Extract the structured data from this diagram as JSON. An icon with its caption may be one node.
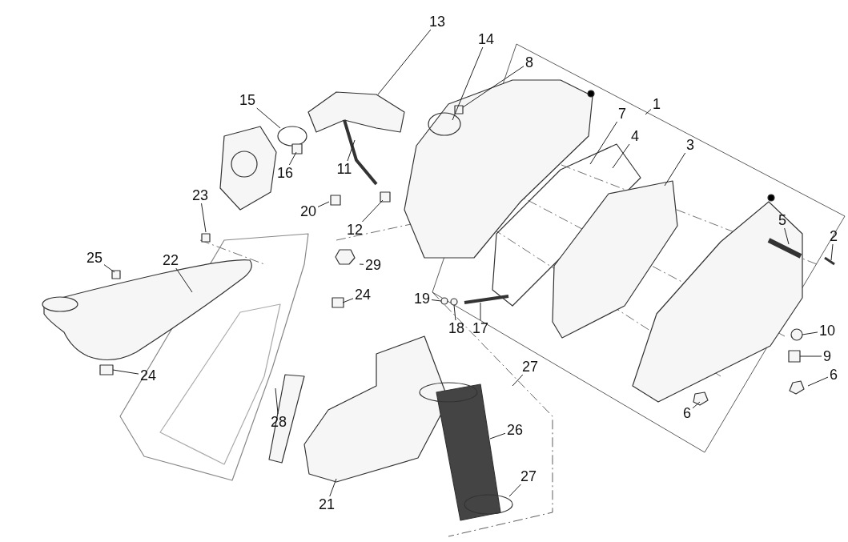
{
  "diagram": {
    "nodes": [
      {
        "text": [
          "13"
        ]
      },
      {
        "text": [
          "14"
        ]
      },
      {
        "text": [
          "8"
        ]
      },
      {
        "text": [
          "1"
        ]
      },
      {
        "text": [
          "15"
        ]
      },
      {
        "text": [
          "7"
        ]
      },
      {
        "text": [
          "4"
        ]
      },
      {
        "text": [
          "3"
        ]
      },
      {
        "text": [
          "16"
        ]
      },
      {
        "text": [
          "11"
        ]
      },
      {
        "text": [
          "20"
        ]
      },
      {
        "text": [
          "12"
        ]
      },
      {
        "text": [
          "23"
        ]
      },
      {
        "text": [
          "5"
        ]
      },
      {
        "text": [
          "2"
        ]
      },
      {
        "text": [
          "29"
        ]
      },
      {
        "text": [
          "25"
        ]
      },
      {
        "text": [
          "22"
        ]
      },
      {
        "text": [
          "24"
        ]
      },
      {
        "text": [
          "19"
        ]
      },
      {
        "text": [
          "18"
        ]
      },
      {
        "text": [
          "17"
        ]
      },
      {
        "text": [
          "10"
        ]
      },
      {
        "text": [
          "9"
        ]
      },
      {
        "text": [
          "6"
        ]
      },
      {
        "text": [
          "27"
        ]
      },
      {
        "text": [
          "6"
        ]
      },
      {
        "text": [
          "24"
        ]
      },
      {
        "text": [
          "26"
        ]
      },
      {
        "text": [
          "28"
        ]
      },
      {
        "text": [
          "27"
        ]
      },
      {
        "text": [
          "21"
        ]
      }
    ],
    "edges": [
      {
        "from": 0,
        "to": null,
        "arrow": "none"
      },
      {
        "from": 1,
        "to": null,
        "arrow": "none"
      },
      {
        "from": 2,
        "to": null,
        "arrow": "none"
      },
      {
        "from": 3,
        "to": null,
        "arrow": "none"
      },
      {
        "from": 4,
        "to": null,
        "arrow": "none"
      },
      {
        "from": 5,
        "to": null,
        "arrow": "none"
      },
      {
        "from": 6,
        "to": null,
        "arrow": "none"
      },
      {
        "from": 7,
        "to": null,
        "arrow": "none"
      },
      {
        "from": 8,
        "to": null,
        "arrow": "none"
      },
      {
        "from": 9,
        "to": null,
        "arrow": "none"
      },
      {
        "from": 10,
        "to": null,
        "arrow": "none"
      },
      {
        "from": 11,
        "to": null,
        "arrow": "none"
      },
      {
        "from": 12,
        "to": null,
        "arrow": "none"
      },
      {
        "from": 13,
        "to": null,
        "arrow": "none"
      },
      {
        "from": 14,
        "to": null,
        "arrow": "none"
      },
      {
        "from": 15,
        "to": null,
        "arrow": "none"
      },
      {
        "from": 16,
        "to": null,
        "arrow": "none"
      },
      {
        "from": 17,
        "to": null,
        "arrow": "none"
      },
      {
        "from": 18,
        "to": null,
        "arrow": "none"
      },
      {
        "from": 19,
        "to": null,
        "arrow": "none"
      },
      {
        "from": 20,
        "to": null,
        "arrow": "none"
      },
      {
        "from": 21,
        "to": null,
        "arrow": "none"
      },
      {
        "from": 22,
        "to": null,
        "arrow": "none"
      },
      {
        "from": 23,
        "to": null,
        "arrow": "none"
      },
      {
        "from": 24,
        "to": null,
        "arrow": "none"
      },
      {
        "from": 25,
        "to": null,
        "arrow": "none"
      },
      {
        "from": 26,
        "to": null,
        "arrow": "none"
      },
      {
        "from": 27,
        "to": null,
        "arrow": "none"
      },
      {
        "from": 28,
        "to": null,
        "arrow": "none"
      },
      {
        "from": 29,
        "to": null,
        "arrow": "none"
      },
      {
        "from": 30,
        "to": null,
        "arrow": "none"
      },
      {
        "from": 31,
        "to": null,
        "arrow": "none"
      }
    ]
  }
}
